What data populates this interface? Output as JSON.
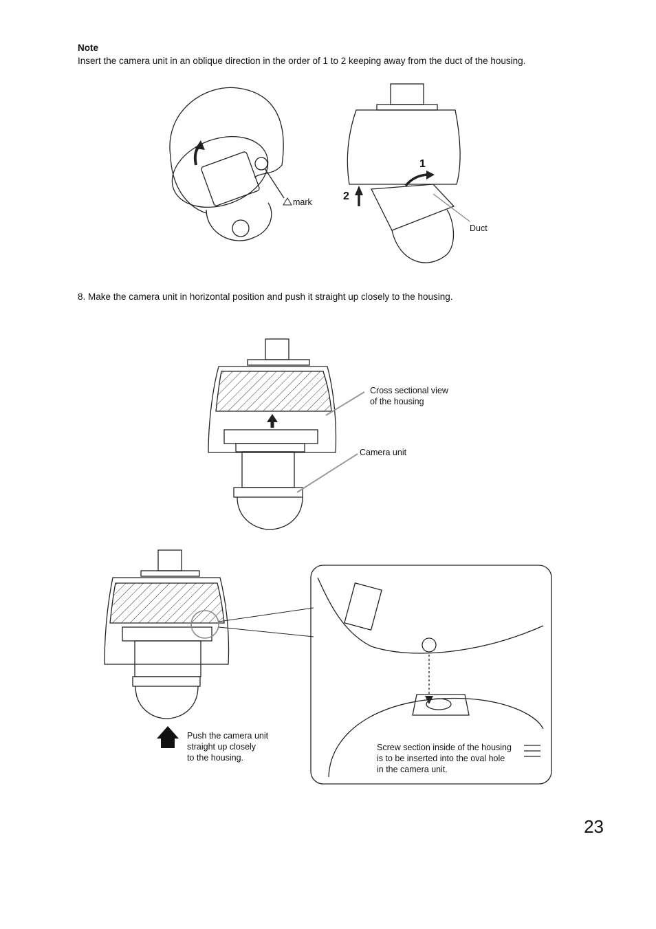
{
  "note": {
    "title": "Note",
    "text": "Insert the camera unit in an oblique direction in the order of 1 to 2 keeping away from the duct of the housing."
  },
  "figure1": {
    "mark_label": "mark",
    "num1": "1",
    "num2": "2",
    "duct_label": "Duct"
  },
  "step8": {
    "text": "8. Make the camera unit in horizontal position and push it straight up closely to the housing."
  },
  "figure2": {
    "cross_section_line1": "Cross sectional view",
    "cross_section_line2": "of the housing",
    "camera_unit_label": "Camera unit"
  },
  "figure3": {
    "push_line1": "Push the camera unit",
    "push_line2": "straight up closely",
    "push_line3": "to the housing.",
    "screw_line1": "Screw section inside of the housing",
    "screw_line2": "is to be inserted into the oval hole",
    "screw_line3": "in the camera unit."
  },
  "page_number": "23"
}
